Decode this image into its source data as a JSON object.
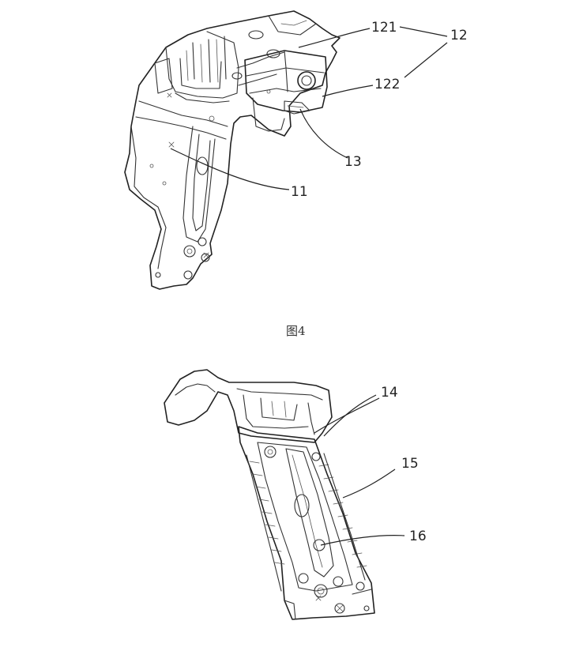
{
  "figure_top": {
    "labels": {
      "l121": "121",
      "l12": "12",
      "l122": "122",
      "l13": "13",
      "l11": "11"
    }
  },
  "caption": "图4",
  "figure_bottom": {
    "labels": {
      "l14": "14",
      "l15": "15",
      "l16": "16"
    }
  }
}
